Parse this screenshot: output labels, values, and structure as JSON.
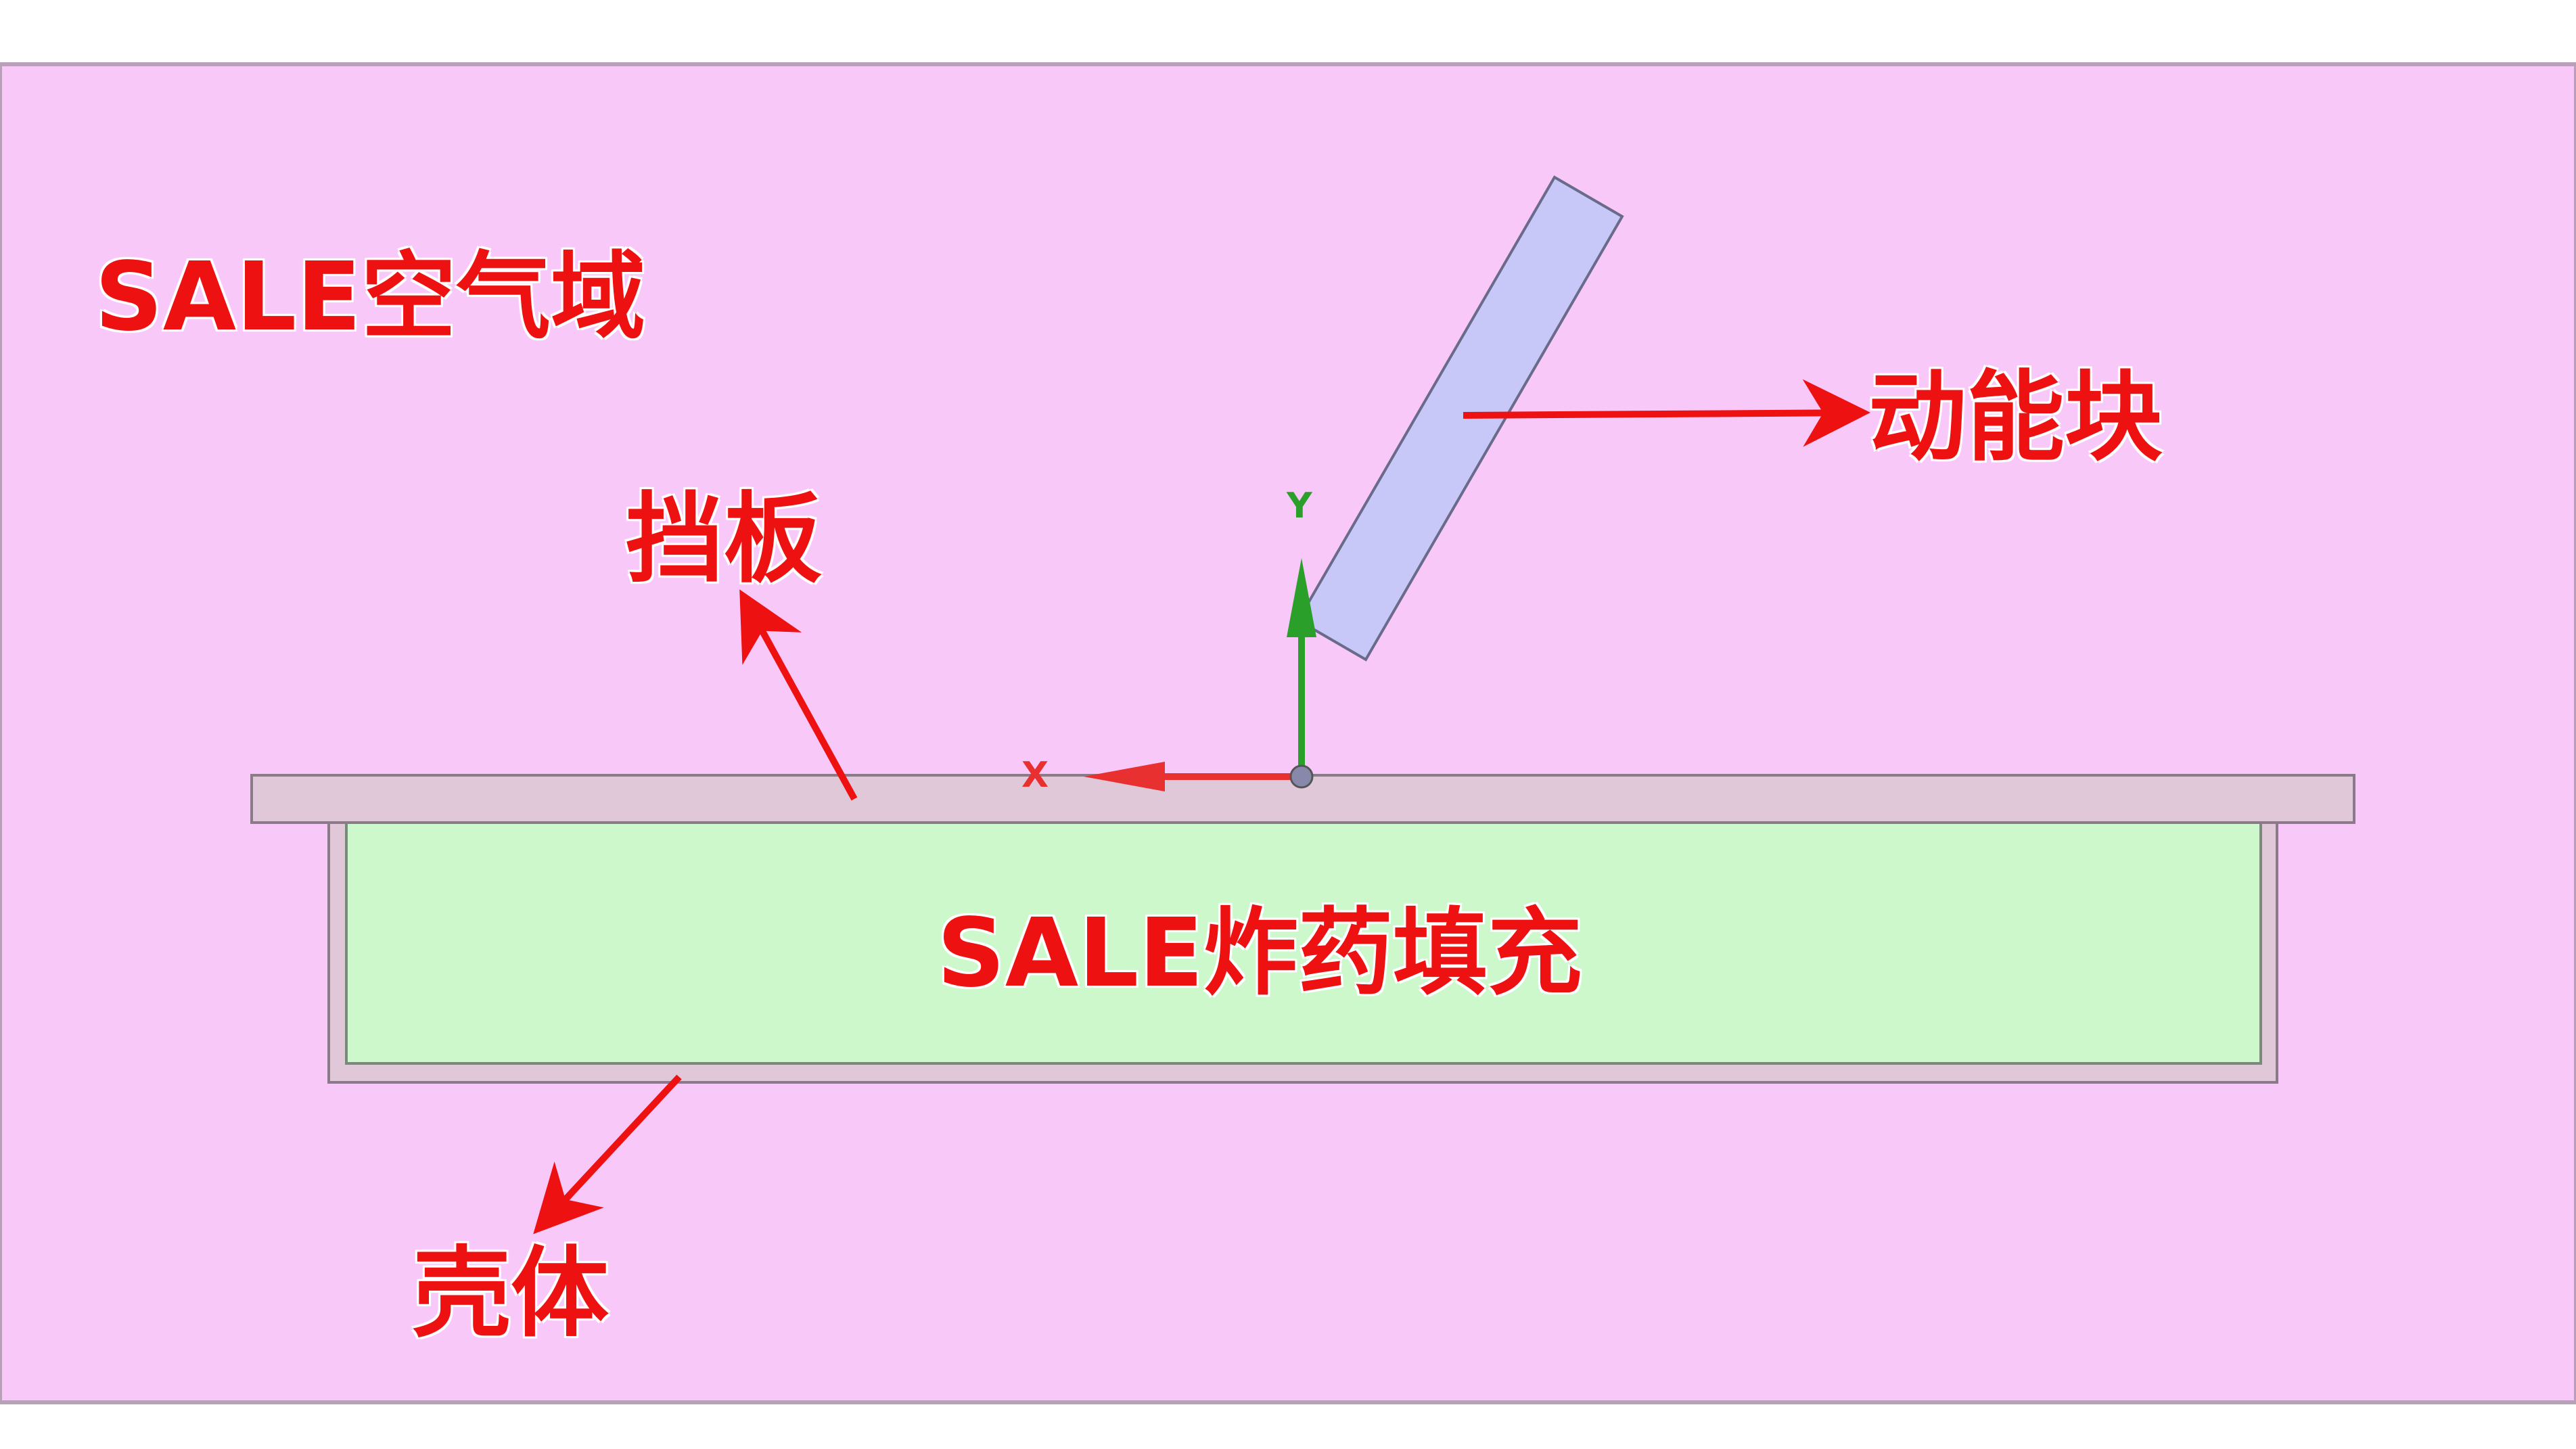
{
  "labels": {
    "air_domain": "SALE空气域",
    "kinetic_block": "动能块",
    "baffle": "挡板",
    "explosive_fill": "SALE炸药填充",
    "shell": "壳体"
  },
  "axes": {
    "x_label": "X",
    "y_label": "Y"
  },
  "colors": {
    "air_domain": "#f8c8f8",
    "explosive": "#ccf8cc",
    "kinetic_block": "#c8c8f8",
    "baffle": "#e0c8d8",
    "shell": "#e0c8d8",
    "annotation": "#ee1111",
    "x_axis": "#e83030",
    "y_axis": "#2aa02a"
  }
}
